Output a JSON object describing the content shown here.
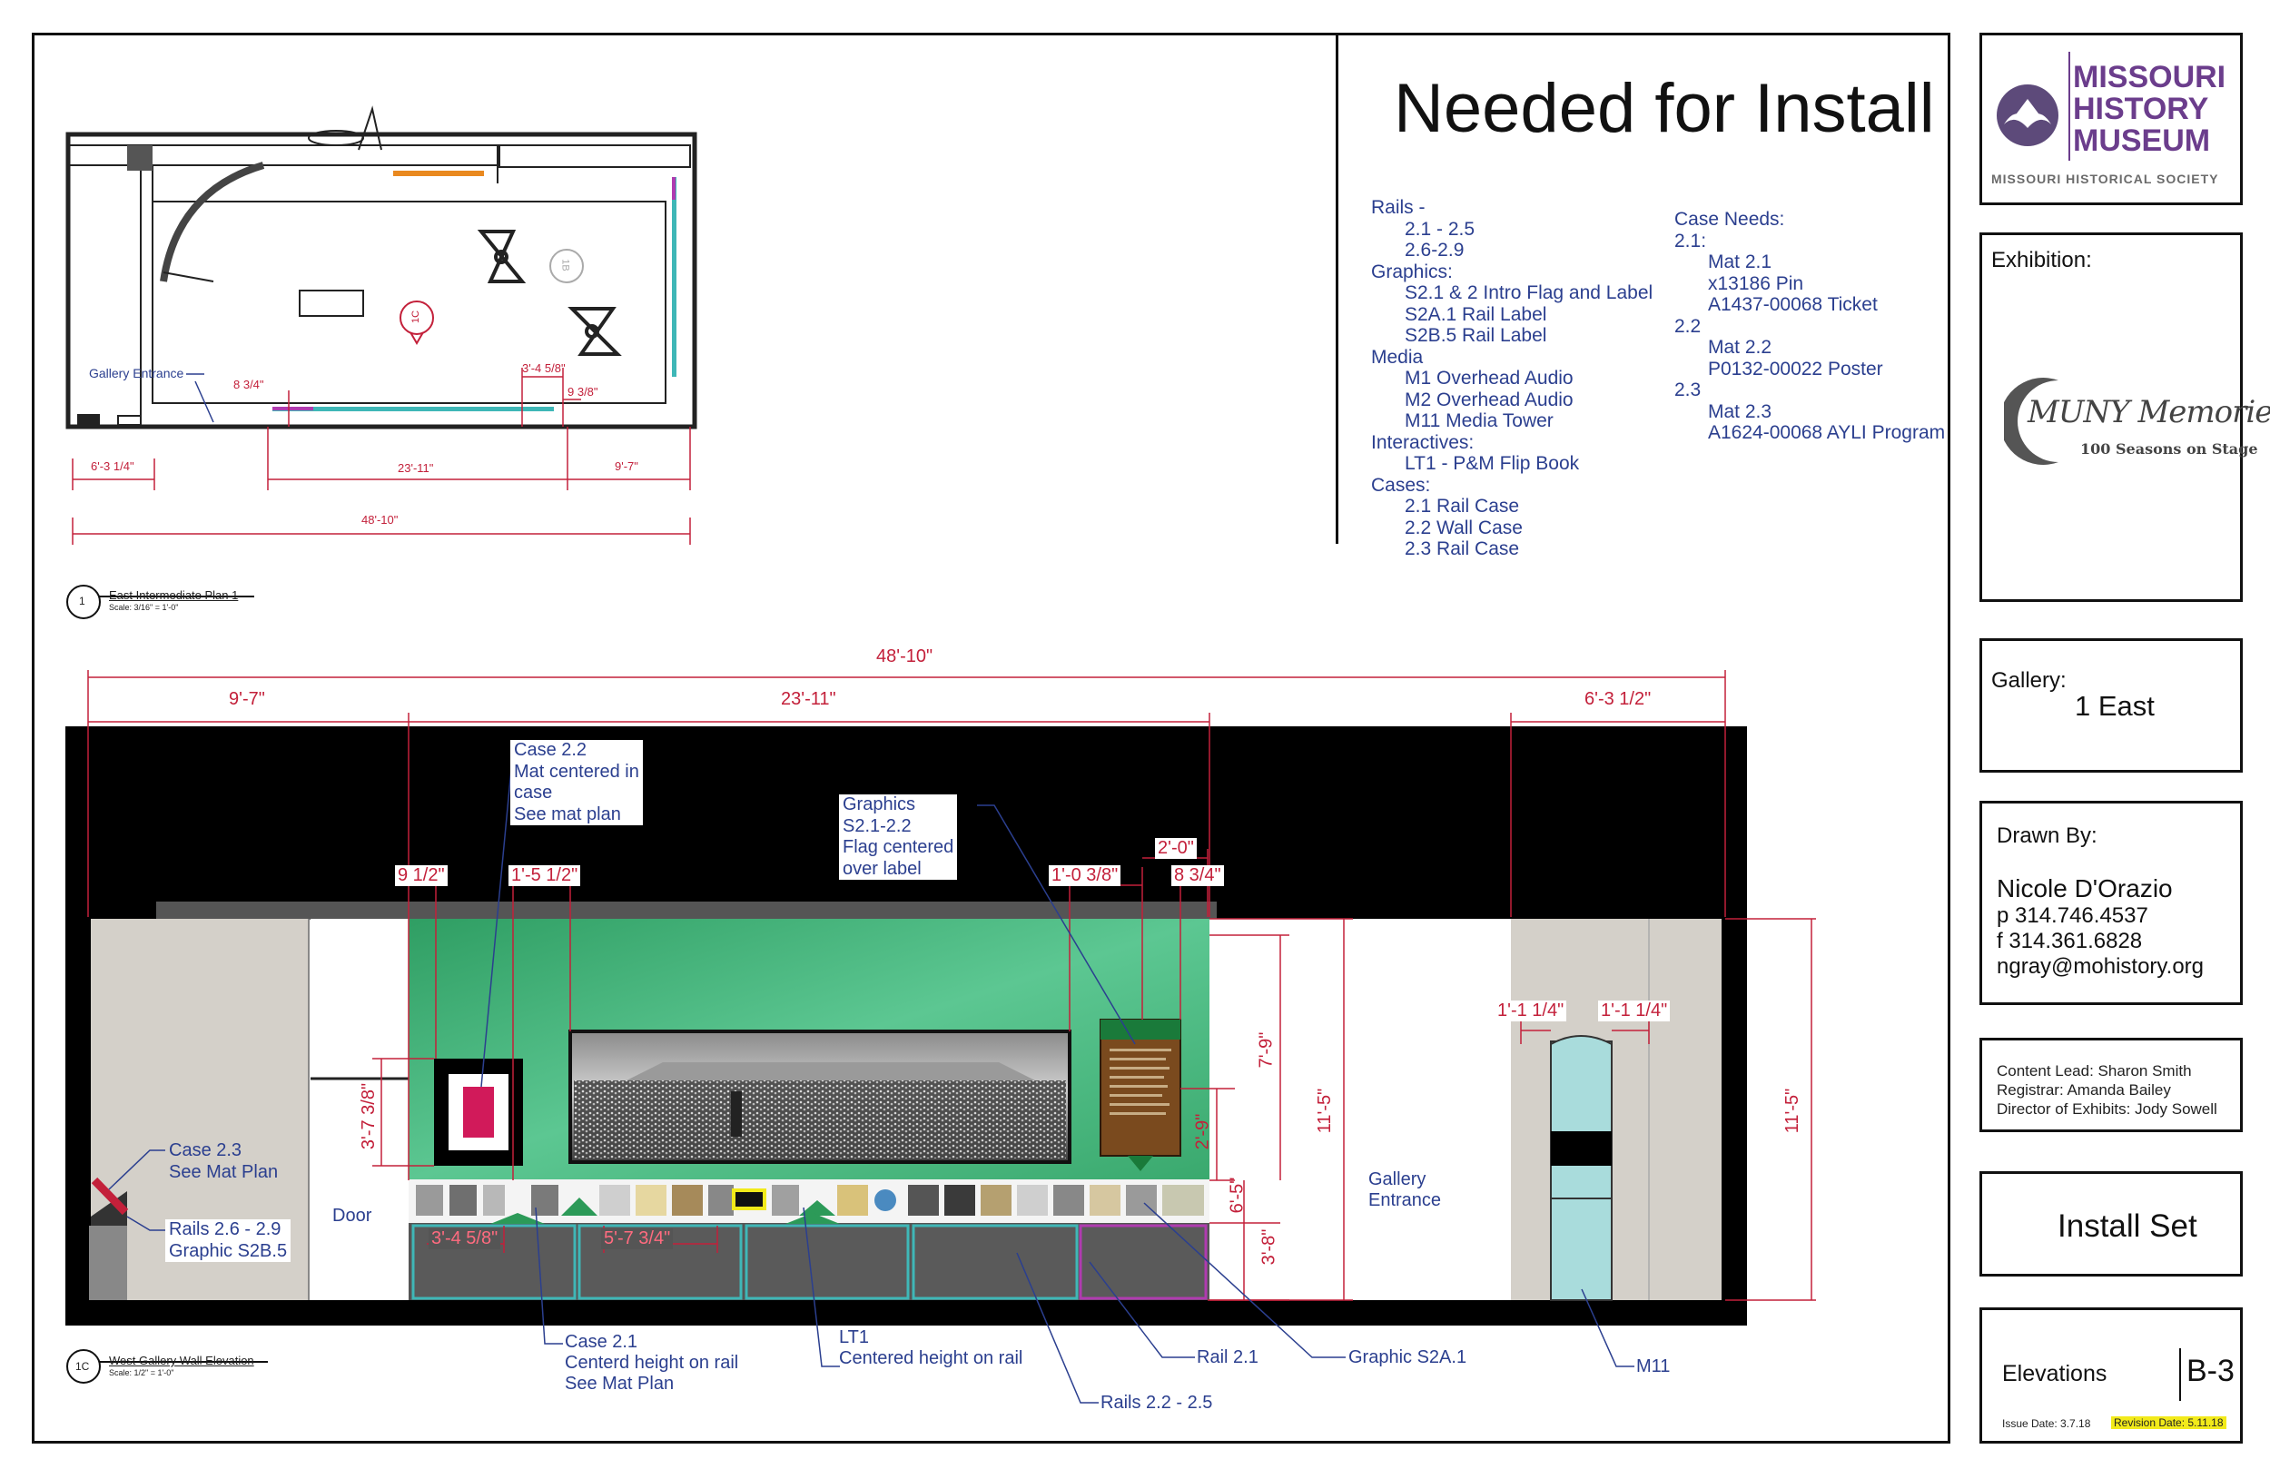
{
  "header": {
    "title": "Needed for Install"
  },
  "needs_left": [
    {
      "text": "Rails -",
      "indent": 0
    },
    {
      "text": "2.1 - 2.5",
      "indent": 1
    },
    {
      "text": "2.6-2.9",
      "indent": 1
    },
    {
      "text": "Graphics:",
      "indent": 0
    },
    {
      "text": "S2.1 & 2 Intro Flag and Label",
      "indent": 1
    },
    {
      "text": "S2A.1 Rail Label",
      "indent": 1
    },
    {
      "text": "S2B.5 Rail Label",
      "indent": 1
    },
    {
      "text": "Media",
      "indent": 0
    },
    {
      "text": "M1 Overhead Audio",
      "indent": 1
    },
    {
      "text": "M2 Overhead Audio",
      "indent": 1
    },
    {
      "text": "M11  Media Tower",
      "indent": 1
    },
    {
      "text": "Interactives:",
      "indent": 0
    },
    {
      "text": "LT1 - P&M Flip Book",
      "indent": 1
    },
    {
      "text": "Cases:",
      "indent": 0
    },
    {
      "text": "2.1 Rail Case",
      "indent": 1
    },
    {
      "text": "2.2 Wall Case",
      "indent": 1
    },
    {
      "text": "2.3 Rail Case",
      "indent": 1
    }
  ],
  "needs_right": [
    {
      "text": "Case Needs:",
      "indent": 0
    },
    {
      "text": "2.1:",
      "indent": 0
    },
    {
      "text": "Mat 2.1",
      "indent": 1
    },
    {
      "text": "x13186 Pin",
      "indent": 1
    },
    {
      "text": "A1437-00068 Ticket",
      "indent": 1
    },
    {
      "text": "2.2",
      "indent": 0
    },
    {
      "text": "Mat 2.2",
      "indent": 1
    },
    {
      "text": "P0132-00022  Poster",
      "indent": 1
    },
    {
      "text": "2.3",
      "indent": 0
    },
    {
      "text": "Mat 2.3",
      "indent": 1
    },
    {
      "text": "A1624-00068 AYLI Program",
      "indent": 1
    }
  ],
  "title_block": {
    "museum_line1": "MISSOURI",
    "museum_line2": "HISTORY",
    "museum_line3": "MUSEUM",
    "museum_society": "MISSOURI HISTORICAL SOCIETY",
    "exhibition_label": "Exhibition:",
    "logo_text": "MUNY Memories",
    "logo_sub": "100 Seasons on Stage",
    "gallery_label": "Gallery:",
    "gallery_value": "1 East",
    "drawn_by_label": "Drawn By:",
    "drawn_by_name": "Nicole D'Orazio",
    "phone": "p  314.746.4537",
    "fax": "f   314.361.6828",
    "email": "ngray@mohistory.org",
    "content_lead": "Content Lead: Sharon Smith",
    "registrar": "Registrar: Amanda Bailey",
    "director": "Director of Exhibits: Jody Sowell",
    "set_name": "Install Set",
    "sheet_name": "Elevations",
    "sheet_number": "B-3",
    "issue_date": "Issue Date: 3.7.18",
    "revision_date": "Revision Date: 5.11.18"
  },
  "plan": {
    "title": "East Intermediate  Plan 1",
    "scale": "Scale: 3/16\" = 1'-0\"",
    "bubble": "1",
    "gallery_entrance": "Gallery Entrance",
    "marker_1c": "1C",
    "marker_1b": "1B",
    "dims": {
      "d1": "8 3/4\"",
      "d2": "3'-4 5/8\"",
      "d3": "9 3/8\"",
      "d4": "6'-3 1/4\"",
      "d5": "23'-11\"",
      "d6": "9'-7\"",
      "d7": "48'-10\""
    }
  },
  "elevation": {
    "title": "West Gallery Wall Elevation",
    "scale": "Scale: 1/2\" = 1'-0\"",
    "bubble": "1C",
    "dims": {
      "overall": "48'-10\"",
      "left": "9'-7\"",
      "middle": "23'-11\"",
      "right": "6'-3 1/2\"",
      "nine_half": "9 1/2\"",
      "one_five": "1'-5 1/2\"",
      "one_zero": "1'-0 3/8\"",
      "two_zero": "2'-0\"",
      "eight_34": "8 3/4\"",
      "three_seven": "3'-7 3/8\"",
      "two_nine": "2'-9\"",
      "seven_nine": "7'-9\"",
      "eleven_five_a": "11'-5\"",
      "six_five": "6'-5\"",
      "three_eight": "3'-8\"",
      "m11_a": "1'-1 1/4\"",
      "m11_b": "1'-1 1/4\"",
      "eleven_five_b": "11'-5\"",
      "three_four": "3'-4 5/8\"",
      "five_seven": "5'-7 3/4\""
    },
    "callouts": {
      "case22": [
        "Case 2.2",
        "Mat centered in",
        "case",
        "See mat plan"
      ],
      "graphics": [
        "Graphics",
        "S2.1-2.2",
        "Flag centered",
        "over label"
      ],
      "case23": [
        "Case 2.3",
        "See Mat Plan"
      ],
      "rails26": [
        "Rails 2.6 - 2.9",
        "Graphic S2B.5"
      ],
      "door": "Door",
      "gallery_entrance": [
        "Gallery",
        "Entrance"
      ],
      "case21": [
        "Case 2.1",
        "Centerd height on rail",
        "See Mat Plan"
      ],
      "lt1": [
        "LT1",
        "Centered height on rail"
      ],
      "rail21": "Rail 2.1",
      "rails22": "Rails 2.2 - 2.5",
      "graphic_s2a1": "Graphic S2A.1",
      "m11": "M11"
    }
  },
  "colors": {
    "dimension_red": "#c3203a",
    "callout_blue": "#2b3f8f",
    "wall_green": "#3fae6e",
    "tower_blue": "#a9dcdc",
    "museum_purple": "#6b3d8c",
    "highlight_yellow": "#f2ea1a"
  }
}
